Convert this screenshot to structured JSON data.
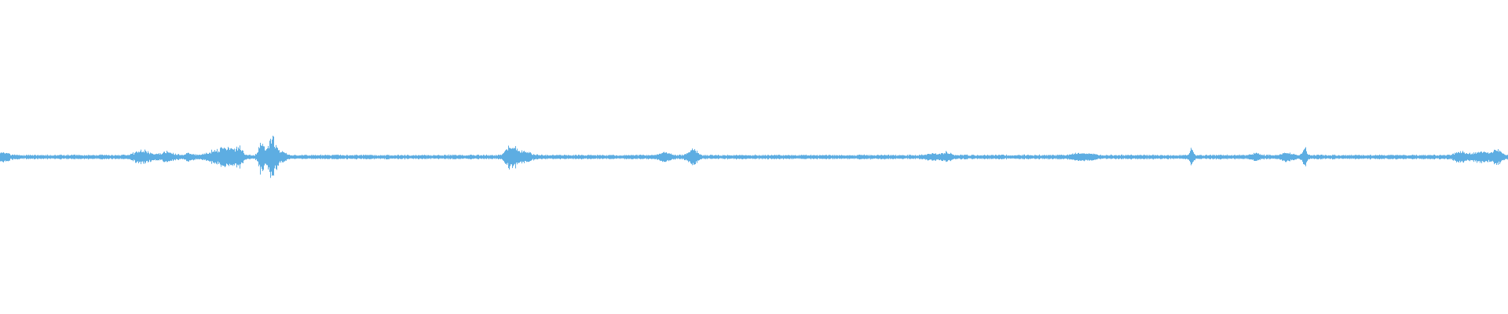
{
  "chart_data": {
    "type": "waveform",
    "title": "",
    "xlabel": "",
    "ylabel": "",
    "color": "#5dade2",
    "background": "#ffffff",
    "ylim": [
      -1,
      1
    ],
    "grid": false,
    "baseline_amplitude": 0.008,
    "bursts": [
      {
        "t": 0.002,
        "amplitude": 0.03,
        "width": 0.003
      },
      {
        "t": 0.094,
        "amplitude": 0.045,
        "width": 0.004
      },
      {
        "t": 0.11,
        "amplitude": 0.03,
        "width": 0.004
      },
      {
        "t": 0.125,
        "amplitude": 0.025,
        "width": 0.002
      },
      {
        "t": 0.145,
        "amplitude": 0.05,
        "width": 0.006
      },
      {
        "t": 0.153,
        "amplitude": 0.05,
        "width": 0.004
      },
      {
        "t": 0.159,
        "amplitude": 0.075,
        "width": 0.0015
      },
      {
        "t": 0.173,
        "amplitude": 0.13,
        "width": 0.0015
      },
      {
        "t": 0.18,
        "amplitude": 0.17,
        "width": 0.002
      },
      {
        "t": 0.185,
        "amplitude": 0.04,
        "width": 0.003
      },
      {
        "t": 0.339,
        "amplitude": 0.09,
        "width": 0.003
      },
      {
        "t": 0.348,
        "amplitude": 0.03,
        "width": 0.004
      },
      {
        "t": 0.44,
        "amplitude": 0.03,
        "width": 0.003
      },
      {
        "t": 0.459,
        "amplitude": 0.055,
        "width": 0.0025
      },
      {
        "t": 0.62,
        "amplitude": 0.02,
        "width": 0.004
      },
      {
        "t": 0.628,
        "amplitude": 0.03,
        "width": 0.002
      },
      {
        "t": 0.718,
        "amplitude": 0.018,
        "width": 0.006
      },
      {
        "t": 0.79,
        "amplitude": 0.07,
        "width": 0.001
      },
      {
        "t": 0.833,
        "amplitude": 0.02,
        "width": 0.002
      },
      {
        "t": 0.853,
        "amplitude": 0.02,
        "width": 0.003
      },
      {
        "t": 0.865,
        "amplitude": 0.06,
        "width": 0.0012
      },
      {
        "t": 0.968,
        "amplitude": 0.03,
        "width": 0.003
      },
      {
        "t": 0.983,
        "amplitude": 0.035,
        "width": 0.006
      },
      {
        "t": 0.993,
        "amplitude": 0.045,
        "width": 0.002
      }
    ]
  }
}
